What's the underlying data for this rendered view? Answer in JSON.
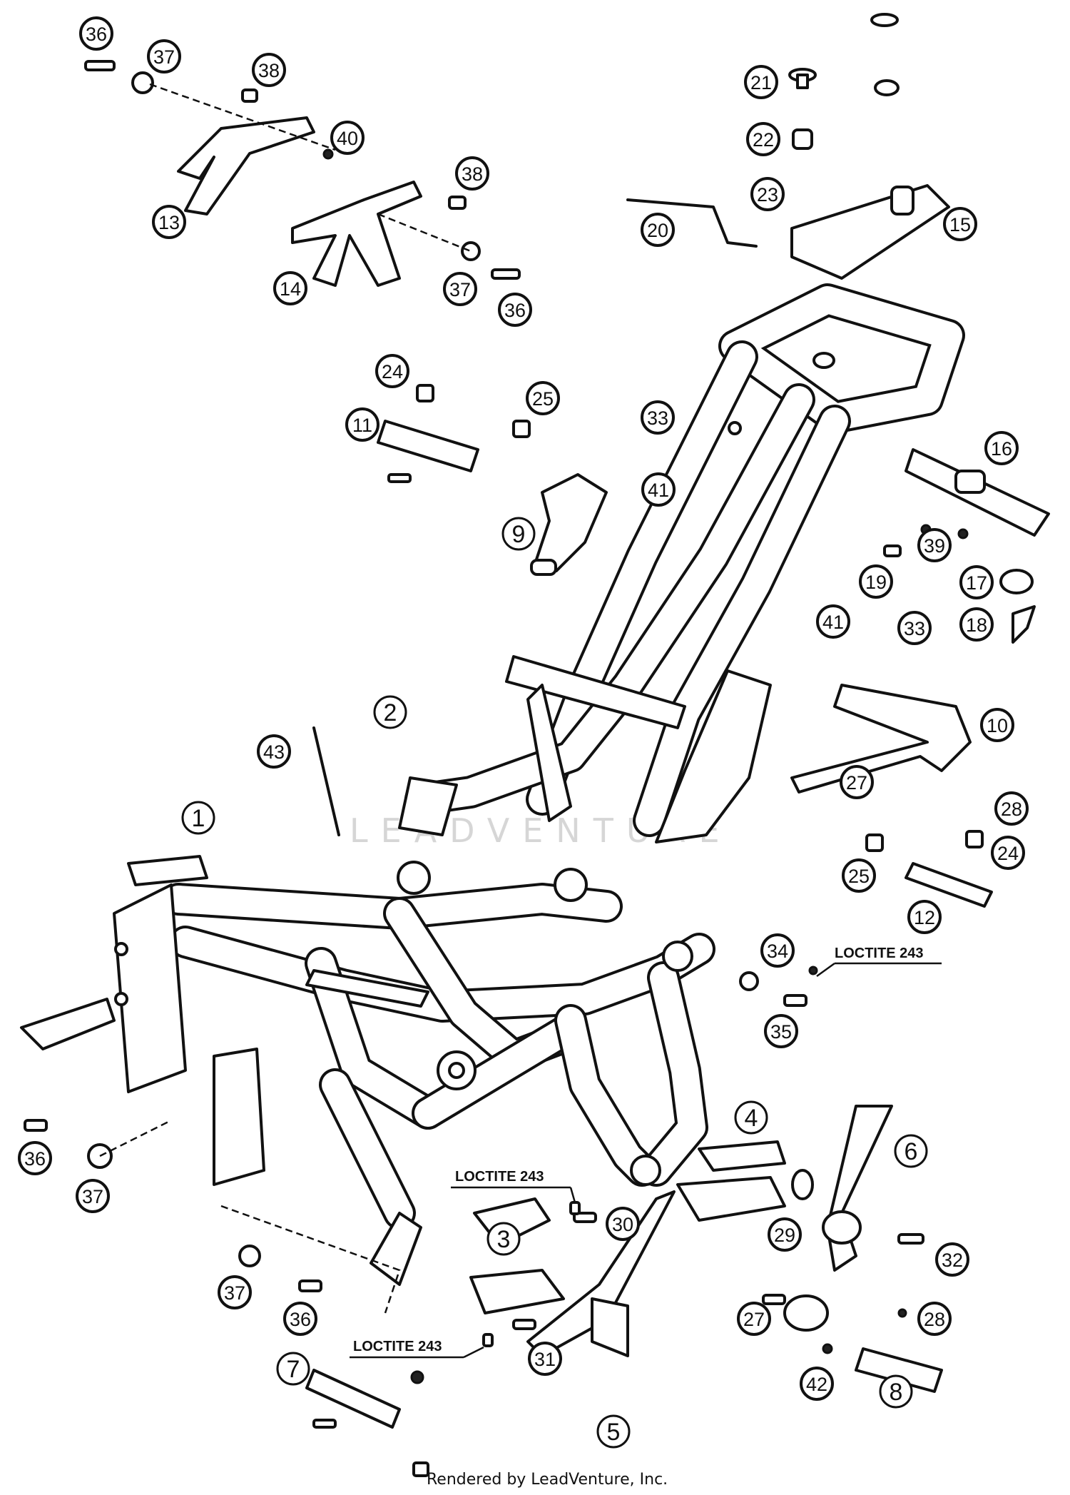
{
  "callouts": {
    "c1": "1",
    "c2": "2",
    "c3": "3",
    "c4": "4",
    "c5": "5",
    "c6": "6",
    "c7": "7",
    "c8": "8",
    "c9": "9",
    "c10": "10",
    "c11": "11",
    "c12": "12",
    "c13": "13",
    "c14": "14",
    "c15": "15",
    "c16": "16",
    "c17": "17",
    "c18": "18",
    "c19": "19",
    "c20": "20",
    "c21": "21",
    "c22": "22",
    "c23": "23",
    "c24": "24",
    "c25": "25",
    "c27": "27",
    "c28": "28",
    "c29": "29",
    "c30": "30",
    "c31": "31",
    "c32": "32",
    "c33": "33",
    "c34": "34",
    "c35": "35",
    "c36": "36",
    "c37": "37",
    "c38": "38",
    "c39": "39",
    "c40": "40",
    "c41": "41",
    "c42": "42",
    "c43": "43"
  },
  "notes": {
    "loctite_label": "LOCTITE 243"
  },
  "watermark": "LEADVENTURE",
  "footer": "Rendered by LeadVenture, Inc."
}
